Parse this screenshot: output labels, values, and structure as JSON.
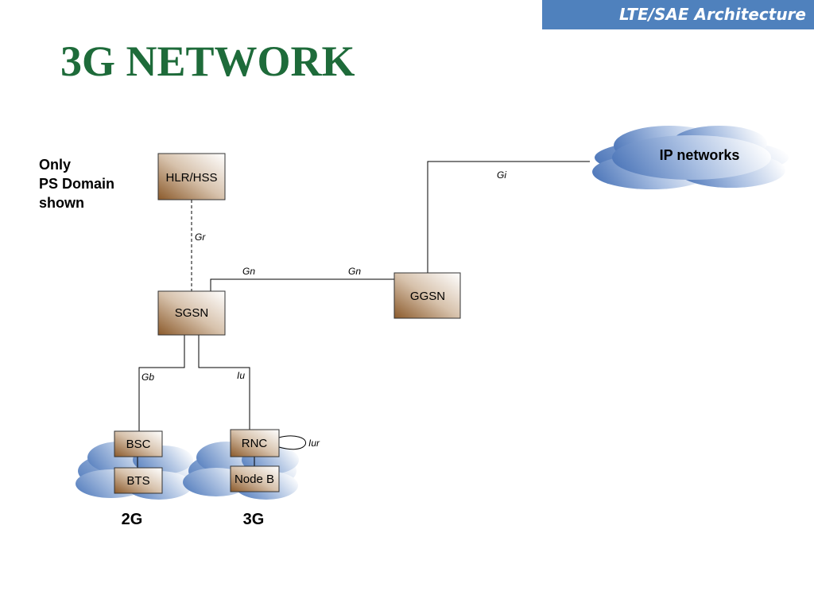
{
  "header": {
    "banner": "LTE/SAE Architecture",
    "title": "3G NETWORK"
  },
  "note": [
    "Only",
    "PS Domain",
    "shown"
  ],
  "nodes": {
    "hlr": "HLR/HSS",
    "sgsn": "SGSN",
    "ggsn": "GGSN",
    "bsc": "BSC",
    "bts": "BTS",
    "rnc": "RNC",
    "nodeb": "Node B"
  },
  "interfaces": {
    "gr": "Gr",
    "gn_left": "Gn",
    "gn_right": "Gn",
    "gi": "Gi",
    "gb": "Gb",
    "iu": "Iu",
    "iur": "Iur"
  },
  "clouds": {
    "ip": "IP networks",
    "access_2g": "2G",
    "access_3g": "3G"
  },
  "colors": {
    "banner": "#4f81bd",
    "title": "#1e6b3a",
    "node_dark": "#8b5a2b",
    "node_light": "#ffffff",
    "cloud_dark": "#5a82c0",
    "cloud_light": "#ffffff"
  }
}
